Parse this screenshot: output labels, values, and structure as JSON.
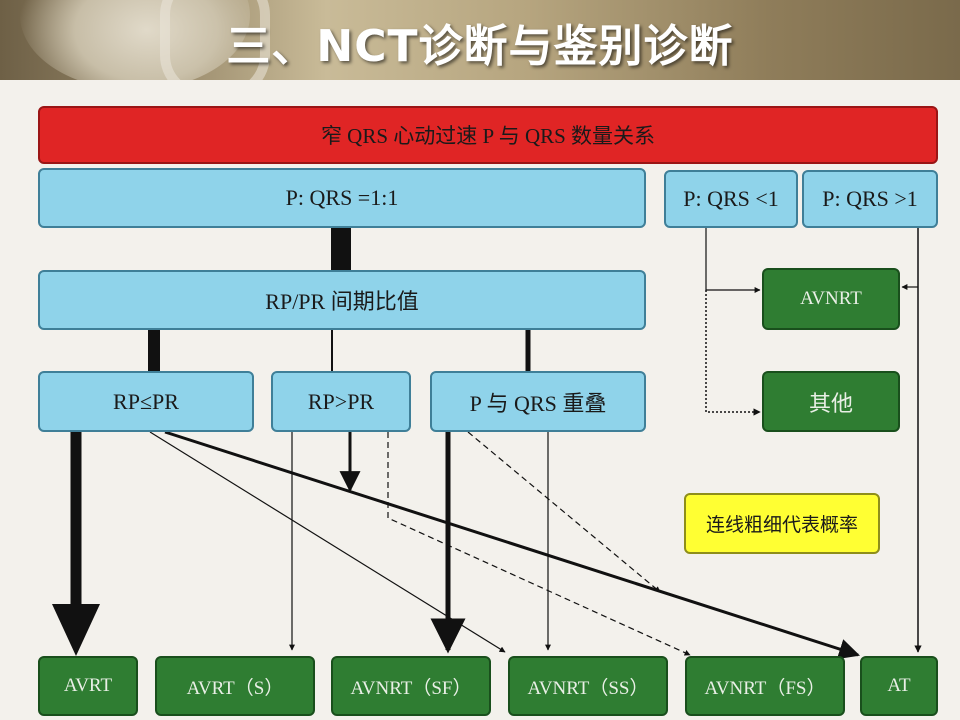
{
  "header": {
    "title": "三、NCT诊断与鉴别诊断"
  },
  "top": {
    "label": "窄 QRS 心动过速 P 与 QRS 数量关系"
  },
  "ratio": {
    "equal": "P: QRS =1:1",
    "less": "P: QRS <1",
    "greater": "P: QRS >1"
  },
  "rp": {
    "label": "RP/PR 间期比值"
  },
  "branches": {
    "le": "RP≤PR",
    "gt": "RP>PR",
    "overlap": "P 与 QRS 重叠"
  },
  "right_outcomes": {
    "avnrt": "AVNRT",
    "other": "其他"
  },
  "legend": {
    "note": "连线粗细代表概率"
  },
  "outcomes": [
    {
      "label": "AVRT"
    },
    {
      "label": "AVRT（S）"
    },
    {
      "label": "AVNRT（SF）"
    },
    {
      "label": "AVNRT（SS）"
    },
    {
      "label": "AVNRT（FS）"
    },
    {
      "label": "AT"
    }
  ],
  "colors": {
    "red": "#e02525",
    "blue": "#8fd3ea",
    "green": "#2f7d32",
    "yellow": "#ffff33"
  }
}
